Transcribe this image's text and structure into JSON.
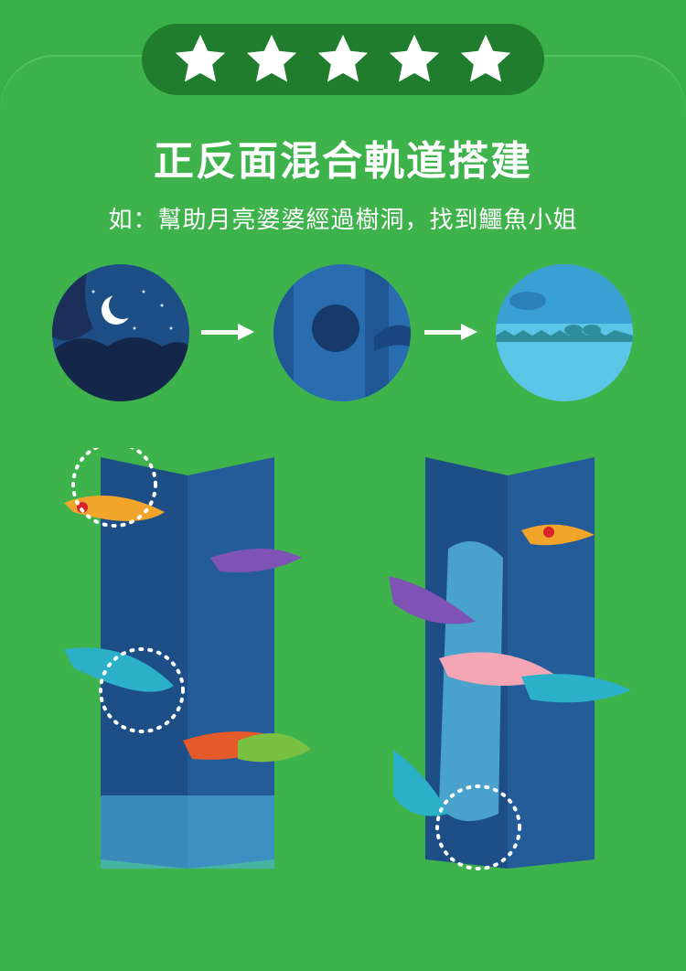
{
  "rating": {
    "stars": 5,
    "max": 5,
    "star_color": "#ffffff",
    "pill_color": "#1f7d2d"
  },
  "heading": {
    "title": "正反面混合軌道搭建",
    "subtitle": "如：幫助月亮婆婆經過樹洞，找到鱷魚小姐"
  },
  "sequence": [
    {
      "icon": "night-moon-scene"
    },
    {
      "icon": "tree-hole-scene"
    },
    {
      "icon": "crocodile-water-scene"
    }
  ],
  "colors": {
    "background": "#3eb34c"
  }
}
